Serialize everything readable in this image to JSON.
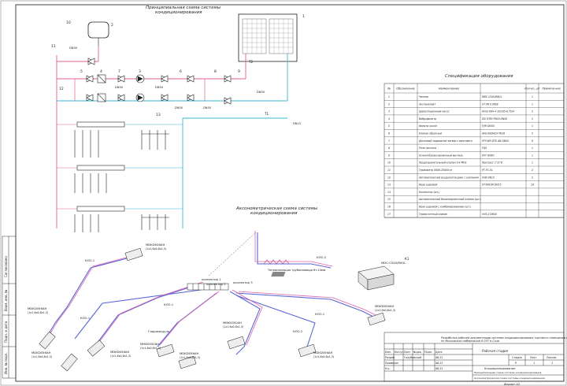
{
  "titles": {
    "schematic": "Принципиальная схема системы",
    "schematic2": "кондиционирования",
    "axon": "Аксонометрическая схема системы",
    "axon2": "кондиционирования",
    "spec": "Спецификация оборудования"
  },
  "spec_table": {
    "headers": [
      "№",
      "Обозначение",
      "Наименование",
      "Кол-во, шт",
      "Примеча-ние"
    ],
    "rows": [
      {
        "no": "1",
        "name": "Чиллер",
        "model": "MDC-CS40/RN1L",
        "qty": "1"
      },
      {
        "no": "2",
        "name": "Экспанзомат",
        "model": "VT.VN 0.060E",
        "qty": "1"
      },
      {
        "no": "3",
        "name": "Циркуляционный насос",
        "model": "Alma 60A-4 32/195-8.75/4",
        "qty": "2"
      },
      {
        "no": "4",
        "name": "Виброфильтр",
        "model": "ZIV DTRI PN16 DN50",
        "qty": "2"
      },
      {
        "no": "5",
        "name": "Фильтр косой",
        "model": "FVR DN50",
        "qty": "1"
      },
      {
        "no": "6",
        "name": "Клапан обратный",
        "model": "AVQ-6SDA24 PN16",
        "qty": "2"
      },
      {
        "no": "7",
        "name": "Дисковый задвижной затвор с винтового",
        "model": "VFY-WH DTE-AB DN50",
        "qty": "8"
      },
      {
        "no": "8",
        "name": "Реле протока",
        "model": "FQS",
        "qty": "1"
      },
      {
        "no": "9",
        "name": "Ручной балансировочный вентиль",
        "model": "PVT DN50",
        "qty": "1"
      },
      {
        "no": "10",
        "name": "Предохранительный клапан 0.4 МПа",
        "model": "Прогресс 1\"/1\"6",
        "qty": "1"
      },
      {
        "no": "11",
        "name": "Термометр 0008-25000 кт",
        "model": "РТ-РС-VL",
        "qty": "2"
      },
      {
        "no": "12",
        "name": "Автоматический воздухоотводчик с клапаном",
        "model": "VVB DN15",
        "qty": "2"
      },
      {
        "no": "13",
        "name": "Кран шаровой",
        "model": "VT-XR10R DN15",
        "qty": "18"
      },
      {
        "no": "14",
        "name": "Коллектор (шт.)",
        "model": "",
        "qty": ""
      },
      {
        "no": "15",
        "name": "Автоматический балансировочный клапан (шт.)",
        "model": "",
        "qty": ""
      },
      {
        "no": "16",
        "name": "Кран шаровой с комбинированным (шт.)",
        "model": "",
        "qty": ""
      },
      {
        "no": "17",
        "name": "Термостатный клапан",
        "model": "VVS-2 DN50",
        "qty": ""
      }
    ]
  },
  "schematic": {
    "numbers": [
      "1",
      "2",
      "3",
      "4",
      "5",
      "6",
      "7",
      "8",
      "9",
      "10",
      "11",
      "12",
      "13"
    ],
    "dn_label": "DN50",
    "dn_small": "DN15",
    "riser_t1": "Т1",
    "riser_t2": "Т2"
  },
  "axon": {
    "units": [
      {
        "model": "MDKD056AH",
        "sub": "(1х1,6х0,8х1,5)"
      },
      {
        "model": "MDKD056AH",
        "sub": "(1х1,6х0,8х1,5)"
      },
      {
        "model": "MDKD056AH",
        "sub": "(1х1,6х0,8х1,5)"
      },
      {
        "model": "MMK0050AH",
        "sub": "(1х1,6х0,8х1,5)"
      },
      {
        "model": "MMK0050AH",
        "sub": "(1х1,6х0,8х1,5)"
      },
      {
        "model": "MDKD056AH",
        "sub": "(1х1,6х0,8х1,5)"
      },
      {
        "model": "MDKD056AH",
        "sub": "(1х1,6х0,8х1,5)"
      },
      {
        "model": "MDKD056AH",
        "sub": "(1х1,6х0,8х1,5)"
      },
      {
        "model": "MDKD056AH",
        "sub": "(1х1,6х0,8х1,5)"
      }
    ],
    "collectors": [
      "коллектор 1",
      "коллектор 2",
      "коллектор 3"
    ],
    "pipe_tag": "КЛО.1",
    "pipe_tag2": "КЛО.2",
    "chiller": "MDC-CS40/RN1L",
    "heat_note": "Теплоизоляция трубопровода  б=10мм",
    "chiller_tag": "К1",
    "hydro": "Гидромодуль"
  },
  "stamp": {
    "project_title": "Разработка рабочей документации системы кондиционирования торгового помещения в жилом доме по Московской набережной 8 СНТ в Сочи",
    "sheet_title": "Кондиционирование",
    "sheet_desc1": "Принципиальная схема системы кондиционирования",
    "sheet_desc2": "Аксонометрическая схема системы кондиционирования",
    "section": "Рабочая стадия",
    "col_stage": "Стадия",
    "col_sheet": "Лист",
    "col_sheets": "Листов",
    "stage_val": "Р",
    "sheet_val": "1",
    "sheets_val": "1",
    "col_labels": [
      "Изм.",
      "Кол.уч",
      "Лист",
      "№док.",
      "Подп.",
      "Дата"
    ],
    "roles": [
      "Разраб.",
      "Проверил",
      "Н.к.",
      "Утв."
    ],
    "people": [
      "Голубевский",
      "",
      "",
      ""
    ],
    "dates": [
      "06.22",
      "06.22",
      "06.22",
      "06.22"
    ],
    "format": "Формат А3",
    "side_labels": [
      "Инв. № подл.",
      "Подп. и дата",
      "Взам. инв. №",
      "Согласовано"
    ]
  }
}
